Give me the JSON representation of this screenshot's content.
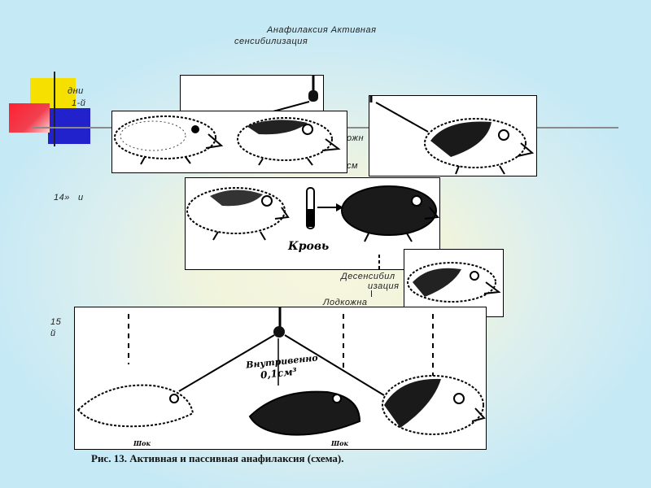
{
  "header": {
    "title_line1": "Анафилаксия Активная",
    "title_line2": "сенсибилизация"
  },
  "labels": {
    "days": "дни",
    "day1": "1-й",
    "day14": "14»",
    "day14_b": "и",
    "day15_a": "15",
    "day15_b": "й",
    "under_panel1_a": "ожн",
    "under_panel1_b": "см",
    "desens_a": "Десенсибил",
    "desens_b": "изация",
    "podkozhna": "Лодкожна"
  },
  "panels": {
    "blood_label": "Кровь",
    "iv_line1": "Внутривенно",
    "iv_line2": "0,1см³",
    "shock_left": "Шок",
    "shock_mid": "Шок"
  },
  "caption": "Рис. 13. Активная и пассивная анафилаксия (схема).",
  "colors": {
    "yellow": "#f5e000",
    "red": "#f0303a",
    "blue": "#2222cc",
    "line": "#555555"
  }
}
